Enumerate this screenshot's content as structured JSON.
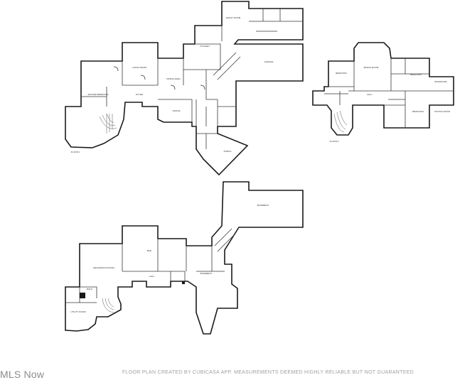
{
  "plans": [
    {
      "id": "main-floor",
      "label": "FLOOR 1"
    },
    {
      "id": "upper-floor",
      "label": "FLOOR 2"
    },
    {
      "id": "lower-floor",
      "label": ""
    }
  ],
  "watermark": "MLS Now",
  "disclaimer": "FLOOR PLAN CREATED BY CUBICASA APP. MEASUREMENTS DEEMED HIGHLY RELIABLE BUT NOT GUARANTEED."
}
